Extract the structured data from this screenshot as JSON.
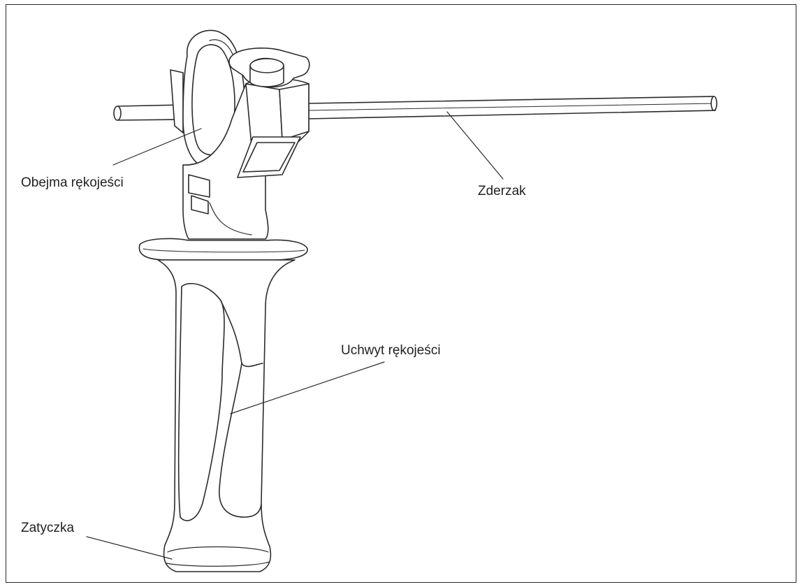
{
  "diagram": {
    "labels": {
      "handle_clamp": "Obejma rękojeści",
      "depth_gauge": "Zderzak",
      "handle_grip": "Uchwyt rękojeści",
      "end_cap": "Zatyczka"
    }
  }
}
